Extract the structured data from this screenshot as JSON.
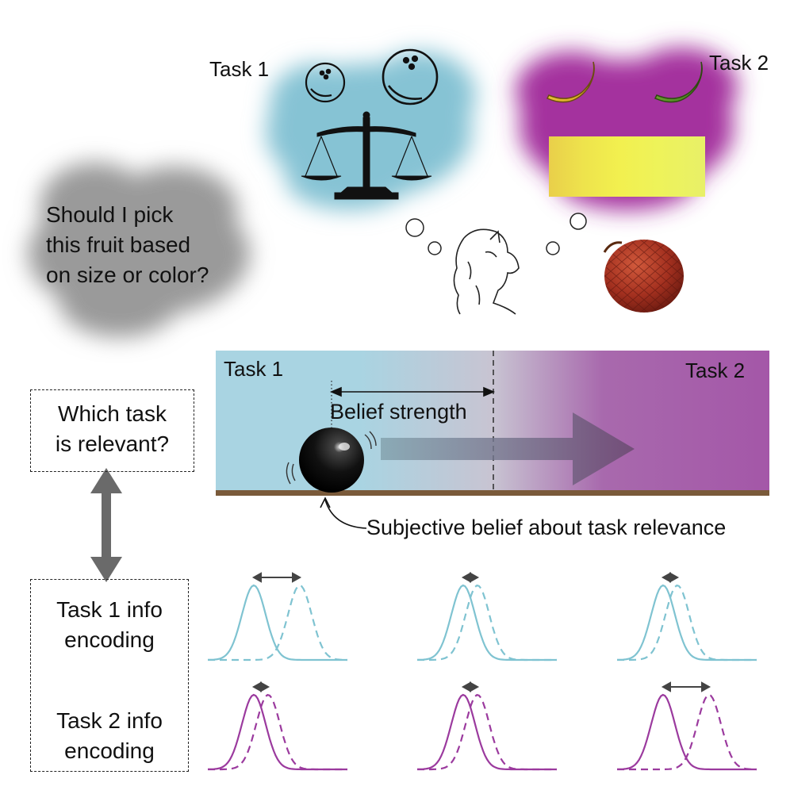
{
  "question_cloud": {
    "text": "Should I pick\nthis fruit based\non size or color?"
  },
  "task1_cloud": {
    "label": "Task 1"
  },
  "task2_cloud": {
    "label": "Task 2"
  },
  "belief_bar": {
    "left_label": "Task 1",
    "right_label": "Task 2",
    "strength_label": "Belief strength",
    "caption": "Subjective belief about task relevance",
    "colors": {
      "task1": "#a8d3e0",
      "task2": "#a457a8",
      "floor": "#7a5a3a"
    }
  },
  "relevance_box": {
    "text": "Which task\nis relevant?"
  },
  "encoding_box": {
    "task1_text": "Task 1 info\nencoding",
    "task2_text": "Task 2 info\nencoding"
  },
  "curve_colors": {
    "task1": "#7fc3d1",
    "task2": "#9b3a9e",
    "arrow": "#444444"
  },
  "encoding_panels": {
    "task1_separation": [
      "large",
      "small",
      "small"
    ],
    "task2_separation": [
      "small",
      "small",
      "large"
    ]
  }
}
